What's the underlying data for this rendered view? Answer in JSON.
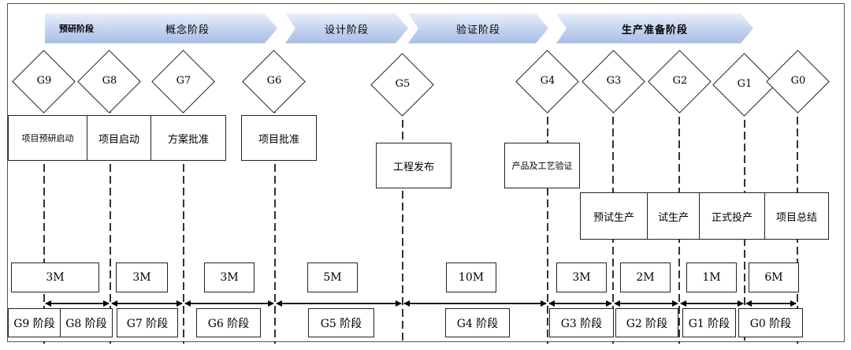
{
  "phases": [
    {
      "id": "p1",
      "label": "预研阶段"
    },
    {
      "id": "p2",
      "label": "概念阶段"
    },
    {
      "id": "p3",
      "label": "设计阶段"
    },
    {
      "id": "p4",
      "label": "验证阶段"
    },
    {
      "id": "p5",
      "label": "生产准备阶段"
    }
  ],
  "gates": [
    "G9",
    "G8",
    "G7",
    "G6",
    "G5",
    "G4",
    "G3",
    "G2",
    "G1",
    "G0"
  ],
  "milestones": {
    "m1": "项目预研启动",
    "m2": "项目启动",
    "m3": "方案批准",
    "m4": "项目批准",
    "m5": "工程发布",
    "m6": "产品及工艺验证",
    "m7": "预试生产",
    "m8": "试生产",
    "m9": "正式投产",
    "m10": "项目总结"
  },
  "durations": [
    "3M",
    "3M",
    "3M",
    "5M",
    "10M",
    "3M",
    "2M",
    "1M",
    "6M"
  ],
  "stages": [
    "G9 阶段",
    "G8 阶段",
    "G7 阶段",
    "G6 阶段",
    "G5 阶段",
    "G4 阶段",
    "G3 阶段",
    "G2 阶段",
    "G1 阶段",
    "G0 阶段"
  ],
  "colors": {
    "chevron_light": "#e9effa",
    "chevron_dark": "#a9bfe6",
    "line": "#000000"
  }
}
